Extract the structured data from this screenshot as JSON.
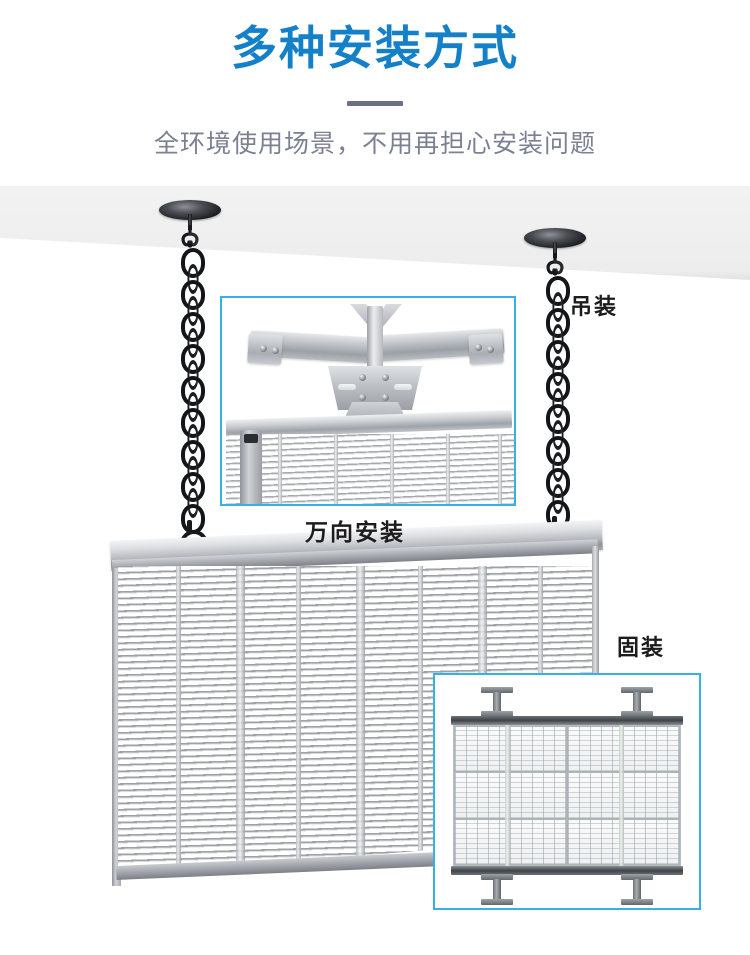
{
  "header": {
    "title": "多种安装方式",
    "subtitle": "全环境使用场景，不用再担心安装问题",
    "title_color": "#1380C8",
    "subtitle_color": "#7b8093",
    "rule_color": "#6b7087"
  },
  "labels": {
    "hoisting": "吊装",
    "universal_mount": "万向安装",
    "fixed_mount": "固装"
  },
  "insets": {
    "top": {
      "caption": "万向安装",
      "border_color": "#35b0e8"
    },
    "bottom": {
      "caption": "固装",
      "border_color": "#35b0e8"
    }
  },
  "scene": {
    "ceiling_color": "#efefef",
    "background_color": "#ffffff",
    "screen_frame_color": "#9ea3a9",
    "chain_color": "#17191d"
  }
}
